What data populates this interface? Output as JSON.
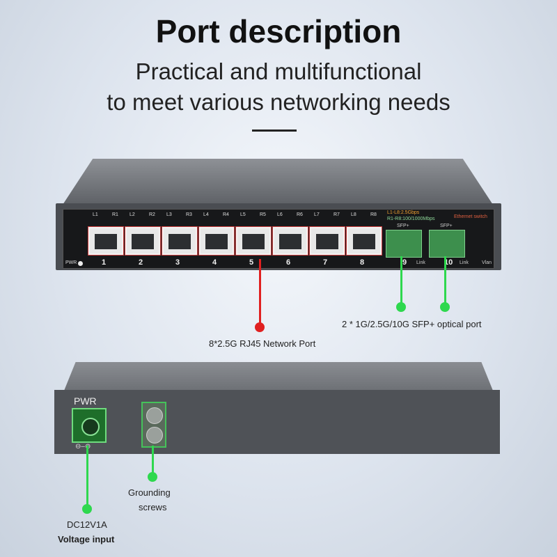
{
  "header": {
    "title": "Port description",
    "subtitle_line1": "Practical and multifunctional",
    "subtitle_line2": "to meet various networking needs"
  },
  "front_panel": {
    "lan_led_labels": [
      "L1",
      "R1",
      "L2",
      "R2",
      "L3",
      "R3",
      "L4",
      "R4",
      "L5",
      "R5",
      "L6",
      "R6",
      "L7",
      "R7",
      "L8",
      "R8"
    ],
    "port_numbers": [
      "1",
      "2",
      "3",
      "4",
      "5",
      "6",
      "7",
      "8",
      "9",
      "10"
    ],
    "pwr_label": "PWR",
    "led_legend_1": "L1-L8:2.5Gbps",
    "led_legend_2": "R1-R8:100/1000Mbps",
    "sfp_label": "SFP+",
    "brand_label": "Ethernet switch",
    "link_label": "Link",
    "vlan_label": "Vlan"
  },
  "back_panel": {
    "pwr_label": "PWR",
    "polarity": "⊖–⊕"
  },
  "callouts": {
    "rj45": "8*2.5G RJ45 Network Port",
    "sfp": "2 * 1G/2.5G/10G SFP+ optical port",
    "grounding_line1": "Grounding",
    "grounding_line2": "screws",
    "voltage_line1": "DC12V1A",
    "voltage_line2": "Voltage input"
  },
  "colors": {
    "callout_green": "#2ed84e",
    "callout_red": "#e02020"
  }
}
